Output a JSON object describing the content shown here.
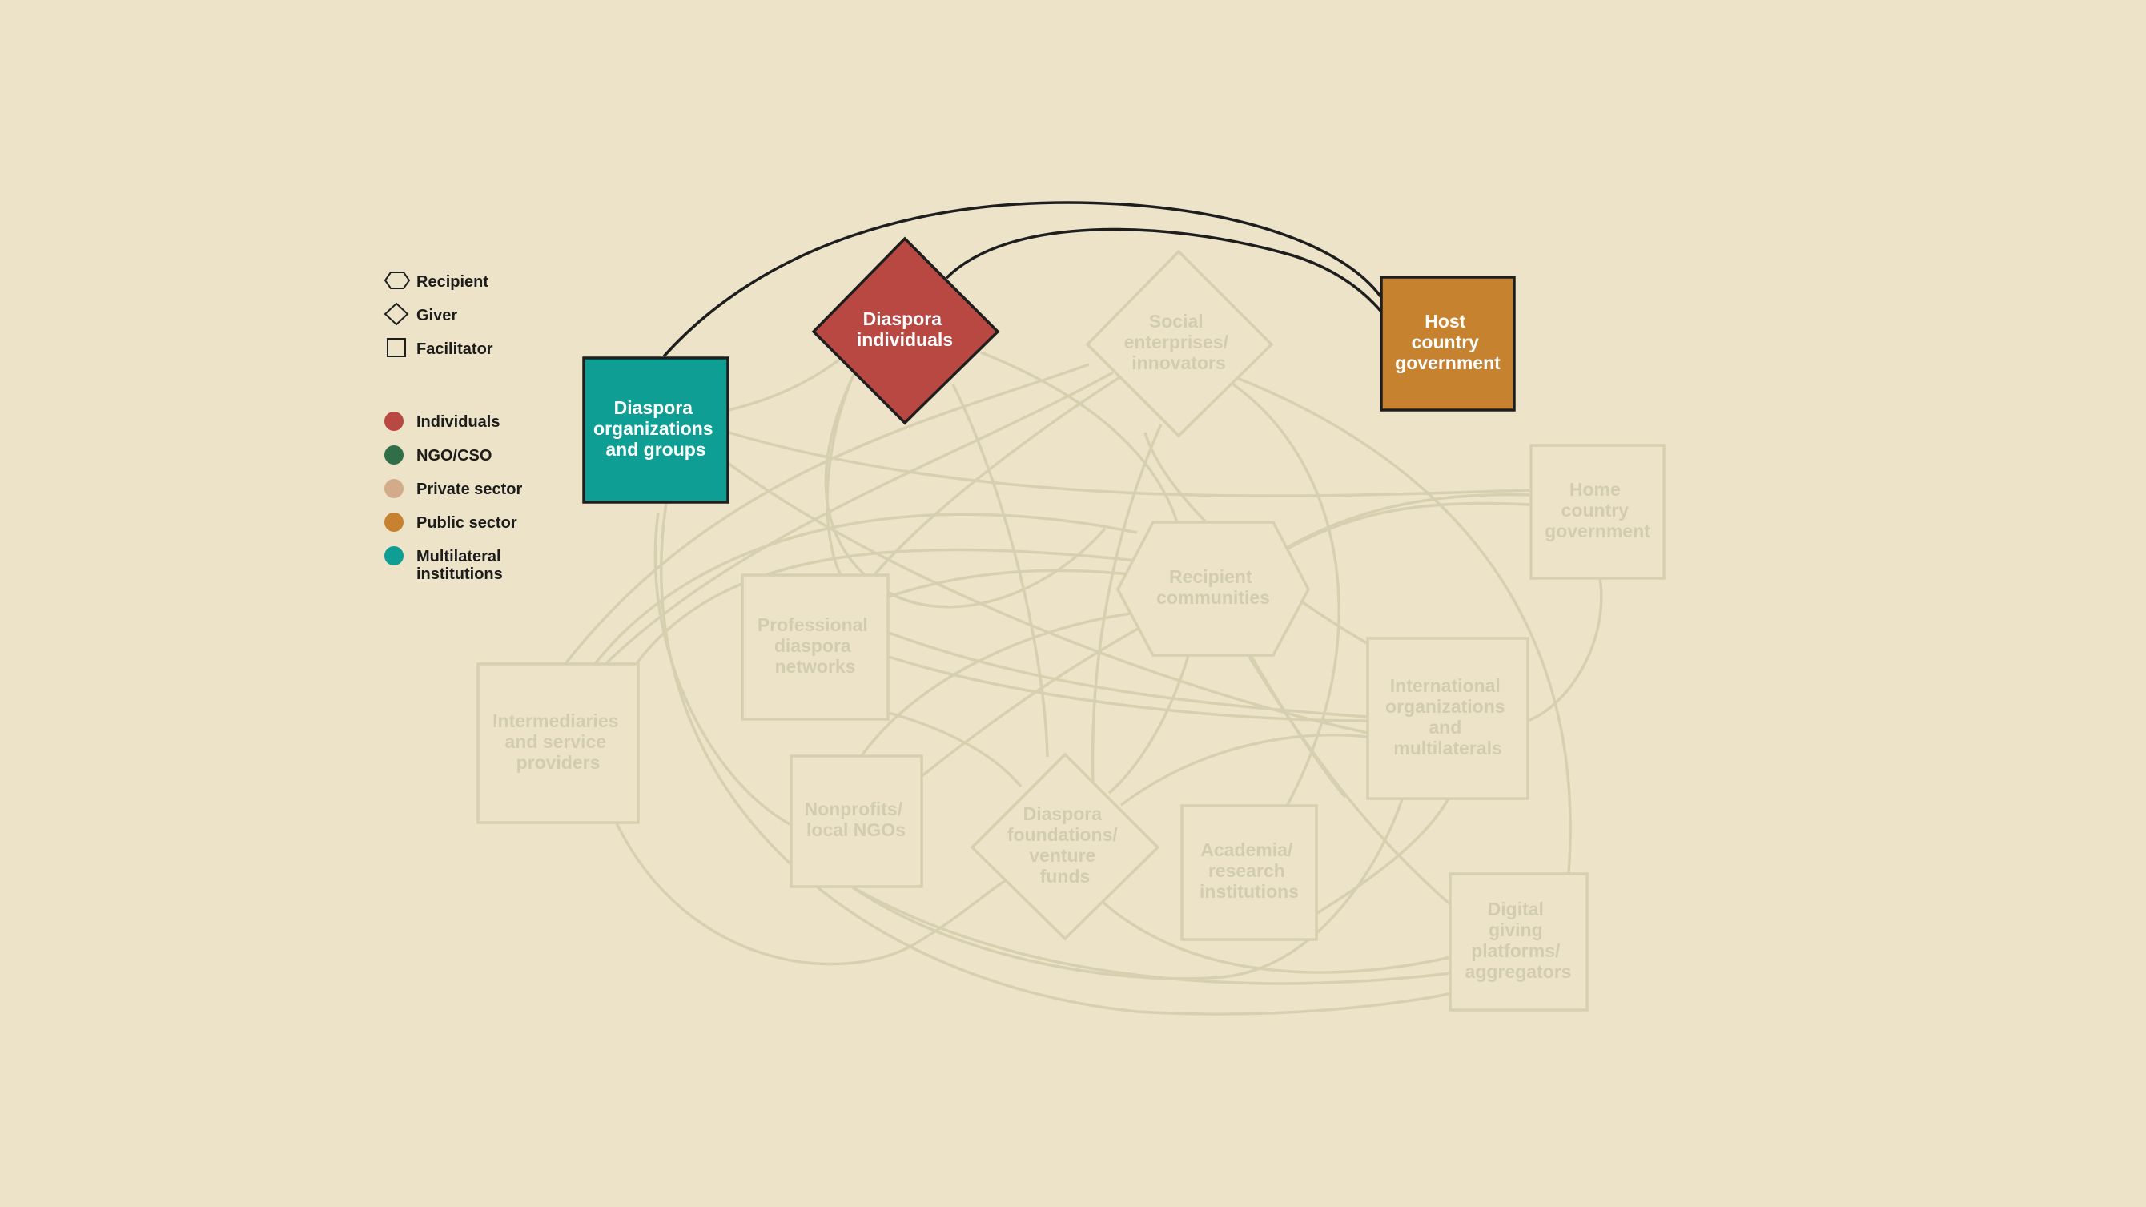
{
  "colors": {
    "background": "#ede3c8",
    "faded_stroke": "#d6d0b0",
    "faded_text": "#d3cdb0",
    "dark_stroke": "#1e1e1e",
    "individuals": "#b94842",
    "ngo_cso": "#2f6e48",
    "private_sector": "#d2ab8a",
    "public_sector": "#c78230",
    "multilateral": "#0f9e93"
  },
  "legend": {
    "shapes": [
      {
        "icon": "hexagon-icon",
        "label": "Recipient"
      },
      {
        "icon": "diamond-icon",
        "label": "Giver"
      },
      {
        "icon": "square-icon",
        "label": "Facilitator"
      }
    ],
    "sectors": [
      {
        "icon": "dot-icon",
        "color_key": "individuals",
        "lines": [
          "Individuals"
        ]
      },
      {
        "icon": "dot-icon",
        "color_key": "ngo_cso",
        "lines": [
          "NGO/CSO"
        ]
      },
      {
        "icon": "dot-icon",
        "color_key": "private_sector",
        "lines": [
          "Private sector"
        ]
      },
      {
        "icon": "dot-icon",
        "color_key": "public_sector",
        "lines": [
          "Public sector"
        ]
      },
      {
        "icon": "dot-icon",
        "color_key": "multilateral",
        "lines": [
          "Multilateral",
          "institutions"
        ]
      }
    ]
  },
  "nodes": [
    {
      "id": "diaspora-organizations",
      "shape": "square",
      "state": "active",
      "color_key": "multilateral",
      "lines": [
        "Diaspora",
        "organizations",
        "and groups"
      ]
    },
    {
      "id": "diaspora-individuals",
      "shape": "diamond",
      "state": "active",
      "color_key": "individuals",
      "lines": [
        "Diaspora",
        "individuals"
      ]
    },
    {
      "id": "host-country-government",
      "shape": "square",
      "state": "active",
      "color_key": "public_sector",
      "lines": [
        "Host",
        "country",
        "government"
      ]
    },
    {
      "id": "social-enterprises",
      "shape": "diamond",
      "state": "faded",
      "lines": [
        "Social",
        "enterprises/",
        "innovators"
      ]
    },
    {
      "id": "home-country-government",
      "shape": "square",
      "state": "faded",
      "lines": [
        "Home",
        "country",
        "government"
      ]
    },
    {
      "id": "recipient-communities",
      "shape": "hexagon",
      "state": "faded",
      "lines": [
        "Recipient",
        "communities"
      ]
    },
    {
      "id": "professional-diaspora-networks",
      "shape": "square",
      "state": "faded",
      "lines": [
        "Professional",
        "diaspora",
        "networks"
      ]
    },
    {
      "id": "intermediaries",
      "shape": "square",
      "state": "faded",
      "lines": [
        "Intermediaries",
        "and service",
        "providers"
      ]
    },
    {
      "id": "international-organizations",
      "shape": "square",
      "state": "faded",
      "lines": [
        "International",
        "organizations",
        "and",
        "multilaterals"
      ]
    },
    {
      "id": "nonprofits",
      "shape": "square",
      "state": "faded",
      "lines": [
        "Nonprofits/",
        "local NGOs"
      ]
    },
    {
      "id": "diaspora-foundations",
      "shape": "diamond",
      "state": "faded",
      "lines": [
        "Diaspora",
        "foundations/",
        "venture",
        "funds"
      ]
    },
    {
      "id": "academia",
      "shape": "square",
      "state": "faded",
      "lines": [
        "Academia/",
        "research",
        "institutions"
      ]
    },
    {
      "id": "digital-giving",
      "shape": "square",
      "state": "faded",
      "lines": [
        "Digital",
        "giving",
        "platforms/",
        "aggregators"
      ]
    }
  ],
  "links": [
    {
      "from": "diaspora-organizations",
      "to": "host-country-government",
      "state": "active"
    },
    {
      "from": "diaspora-individuals",
      "to": "host-country-government",
      "state": "active"
    }
  ]
}
